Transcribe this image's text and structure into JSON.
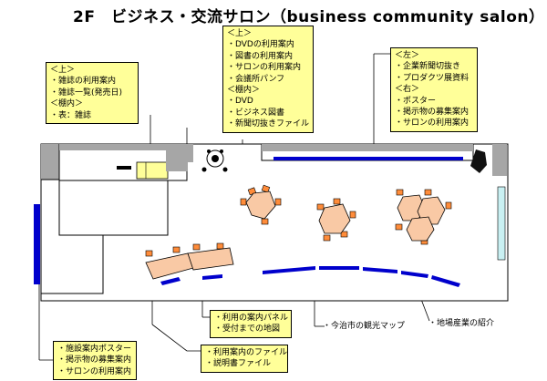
{
  "title": "2F　ビジネス・交流サロン（business community salon）",
  "notes": {
    "magazines": [
      "＜上＞",
      "・雑誌の利用案内",
      "・雑誌一覧(発売日)",
      "＜棚内＞",
      "・表：雑誌"
    ],
    "dvd_books": [
      "＜上＞",
      "・DVDの利用案内",
      "・図書の利用案内",
      "・サロンの利用案内",
      "・会議所パンフ",
      "＜棚内＞",
      "・DVD",
      "・ビジネス図書",
      "・新聞切抜きファイル"
    ],
    "wall_right": [
      "＜左＞",
      "・企業新聞切抜き",
      "・プロダクツ展資料",
      "＜右＞",
      "・ポスター",
      "・掲示物の募集案内",
      "・サロンの利用案内"
    ],
    "left_wall": [
      "・施設案内ポスター",
      "・掲示物の募集案内",
      "・サロンの利用案内"
    ],
    "files": [
      "・利用案内のファイル",
      "・説明書ファイル"
    ],
    "panels": [
      "・利用の案内パネル",
      "・受付までの地図"
    ]
  },
  "labels": {
    "tourism_map": "・今治市の観光マップ",
    "local_industry": "・地場産業の紹介"
  },
  "colors": {
    "note_fill": "#ffff99",
    "table_fill": "#f9c9a5",
    "chair_fill": "#ff8c3a",
    "wall_gray": "#a6a6a6",
    "panel_blue": "#0000cc",
    "screen_cyan": "#c9f0f2"
  }
}
